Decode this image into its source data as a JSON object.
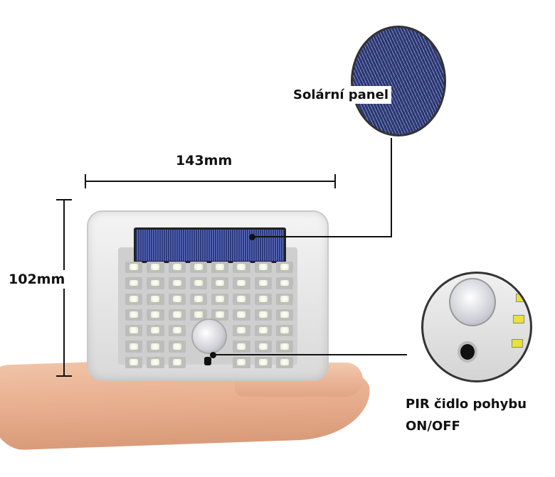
{
  "dimensions": {
    "width_label": "143mm",
    "height_label": "102mm"
  },
  "callouts": {
    "solar_panel": {
      "label": "Solární panel"
    },
    "pir_sensor": {
      "line1": "PIR čidlo pohybu",
      "line2": "ON/OFF"
    }
  },
  "product": {
    "led_rows": 7,
    "led_cols": 8,
    "colors": {
      "panel_blue": "#2c3a7d",
      "housing": "#e6e6e6",
      "led": "#f3f6df",
      "skin": "#e7ad8c",
      "line": "#111111"
    }
  }
}
